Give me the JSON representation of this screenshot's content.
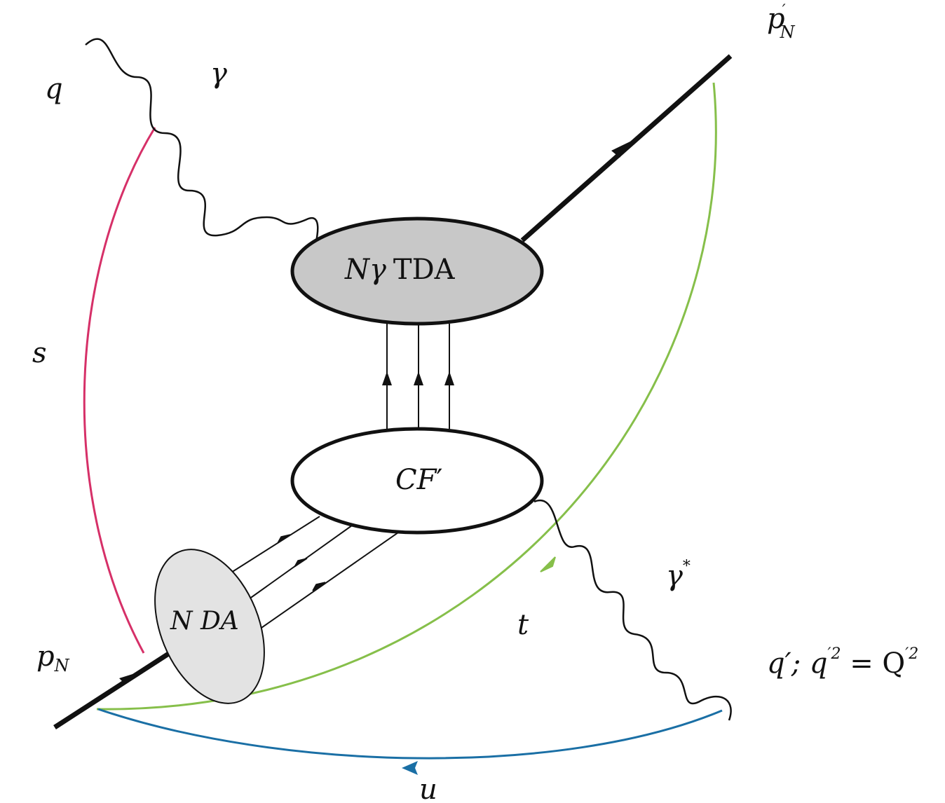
{
  "labels": {
    "q": "q",
    "gamma": "γ",
    "p_prime_base": "p",
    "p_prime_sup": "′",
    "p_prime_sub": "N",
    "s": "s",
    "tda_main": "Nγ",
    "tda_suffix": "TDA",
    "cf_main": "CF",
    "cf_prime": "′",
    "nda": "N DA",
    "gamma_star": "γ",
    "gamma_star_sup": "*",
    "t": "t",
    "pn_base": "p",
    "pn_sub": "N",
    "qprime_part1": "q′; q",
    "qprime_sup1": "′2",
    "qprime_eq": " = Q",
    "qprime_sup2": "′2",
    "u": "u"
  },
  "colors": {
    "line": "#111111",
    "s_arc": "#d63068",
    "t_arc": "#86bf4a",
    "u_arc": "#1a6fa5",
    "tda_fill": "#c8c8c8",
    "nda_fill": "#e3e3e3",
    "cf_fill": "#ffffff"
  }
}
